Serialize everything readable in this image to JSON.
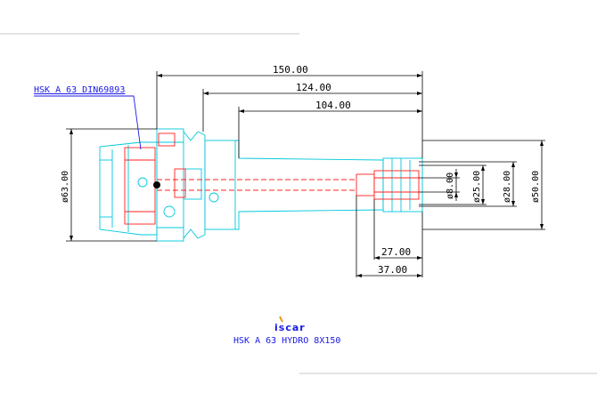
{
  "labels": {
    "part_note": "HSK A 63 DIN69893",
    "title": "HSK A 63 HYDRO 8X150",
    "logo_text": "iscar"
  },
  "dimensions": {
    "overall_length": "150.00",
    "length_124": "124.00",
    "length_104": "104.00",
    "flange_diameter": "ø63.00",
    "bore_diameter": "ø8.00",
    "diameter_25": "ø25.00",
    "diameter_28": "ø28.00",
    "diameter_50": "ø50.00",
    "clamp_length": "27.00",
    "bore_depth": "37.00"
  },
  "colors": {
    "outline": "#00c8dc",
    "hidden": "#ff2020",
    "dimension": "#000000",
    "annotation": "#1a1ae6"
  }
}
